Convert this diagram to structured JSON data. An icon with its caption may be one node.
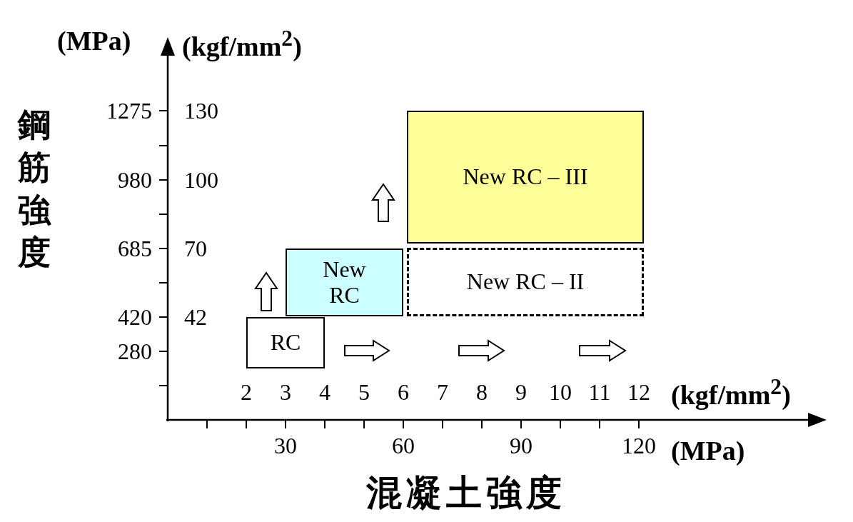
{
  "diagram": {
    "nodes": [
      {
        "text": [
          "New RC – III"
        ]
      },
      {
        "text": [
          "New RC"
        ]
      },
      {
        "text": [
          "New RC – II"
        ]
      },
      {
        "text": [
          "RC"
        ]
      }
    ],
    "edges": [
      {
        "from": 3,
        "to": 1,
        "arrow": "to"
      }
    ],
    "labels": [
      "(MPa)",
      "(kgf/mm$^{2}$)",
      "鋼筋強度",
      "1275",
      "130",
      "980",
      "100",
      "685",
      "70",
      "420",
      "42",
      "280",
      "2",
      "3",
      "4",
      "5",
      "6",
      "7",
      "8",
      "9",
      "10",
      "11",
      "12",
      "(kgf/mm$^{2}$)",
      "30",
      "60",
      "90",
      "120",
      "(MPa)",
      "混凝土強度"
    ]
  }
}
